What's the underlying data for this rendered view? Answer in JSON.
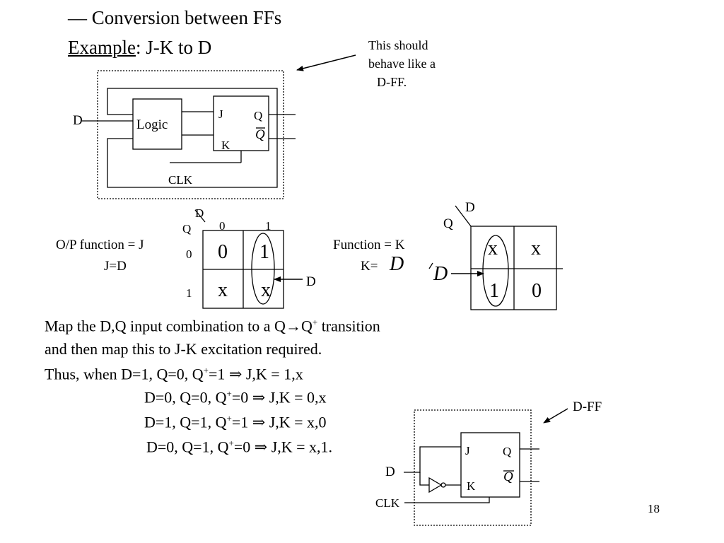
{
  "header": {
    "line1": "— Conversion between FFs",
    "example_word": "Example",
    "example_rest": ":   J-K  to  D"
  },
  "callout_top": {
    "lines": [
      "This should",
      "behave like a",
      "D-FF."
    ]
  },
  "circuit_top": {
    "input": "D",
    "logic": "Logic",
    "j": "J",
    "k": "K",
    "q": "Q",
    "qbar": "Q",
    "clk": "CLK"
  },
  "kmap_j": {
    "caption": [
      "O/P function = J",
      "J=D"
    ],
    "row_var": "Q",
    "col_var": "D",
    "col_headers": [
      "0",
      "1"
    ],
    "row_headers": [
      "0",
      "1"
    ],
    "cells": [
      [
        "0",
        "1"
      ],
      [
        "x",
        "x"
      ]
    ],
    "group_label": "D"
  },
  "kmap_k": {
    "caption_line1": "Function = K",
    "caption_prefix": "K=",
    "caption_var": "D",
    "row_var": "Q",
    "col_var": "D",
    "cells": [
      [
        "x",
        "x"
      ],
      [
        "1",
        "0"
      ]
    ],
    "group_label": "D"
  },
  "explanation": {
    "line1_pre": "Map the D,Q input combination to a Q",
    "arrow": "→",
    "q": "Q",
    "plus": "+",
    "line1_post": " transition",
    "line2": "and then map this to J-K excitation required.",
    "rows": [
      {
        "prefix": "Thus, when ",
        "d": "D=1, Q=0, Q",
        "qplus": "=1 ",
        "implies": "⇒",
        "jk": " J,K = 1,x"
      },
      {
        "prefix": "",
        "d": "D=0, Q=0, Q",
        "qplus": "=0 ",
        "implies": "⇒",
        "jk": " J,K = 0,x"
      },
      {
        "prefix": "",
        "d": "D=1, Q=1, Q",
        "qplus": "=1 ",
        "implies": "⇒",
        "jk": " J,K = x,0"
      },
      {
        "prefix": "",
        "d": "D=0, Q=1, Q",
        "qplus": "=0 ",
        "implies": "⇒",
        "jk": " J,K = x,1."
      }
    ]
  },
  "circuit_bottom": {
    "label": "D-FF",
    "input": "D",
    "clk": "CLK",
    "j": "J",
    "k": "K",
    "q": "Q",
    "qbar": "Q"
  },
  "page_number": "18"
}
